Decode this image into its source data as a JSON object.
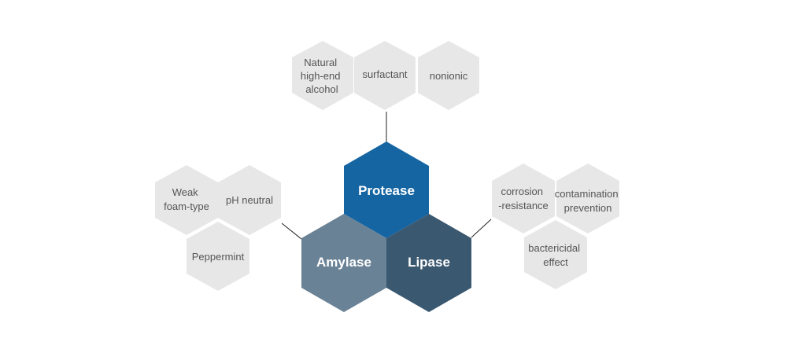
{
  "main": {
    "protease": "Protease",
    "amylase": "Amylase",
    "lipase": "Lipase"
  },
  "top_group": {
    "natural": [
      "Natural",
      "high-end",
      "alcohol"
    ],
    "surfactant": "surfactant",
    "nonionic": "nonionic"
  },
  "left_group": {
    "weak": [
      "Weak",
      "foam-type"
    ],
    "ph": "pH neutral",
    "peppermint": "Peppermint"
  },
  "right_group": {
    "corrosion": [
      "corrosion",
      "-resistance"
    ],
    "contamination": [
      "contamination",
      "prevention"
    ],
    "bactericidal": [
      "bactericidal",
      "effect"
    ]
  },
  "colors": {
    "protease": "#1565a3",
    "amylase": "#6a8296",
    "lipase": "#3a5870",
    "secondary": "#e7e7e7"
  }
}
